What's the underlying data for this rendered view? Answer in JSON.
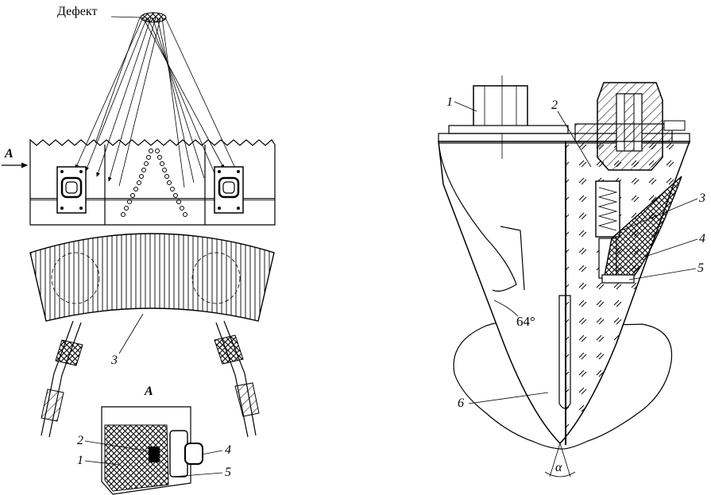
{
  "left_view": {
    "defect_label": "Дефект",
    "arrow_label": "A",
    "part_label_3": "3",
    "section_title": "A",
    "callouts": [
      "1",
      "2",
      "4",
      "5"
    ]
  },
  "right_view": {
    "callouts": [
      "1",
      "2",
      "3",
      "4",
      "5",
      "6"
    ],
    "angle_label": "64°",
    "alpha_label": "α"
  }
}
